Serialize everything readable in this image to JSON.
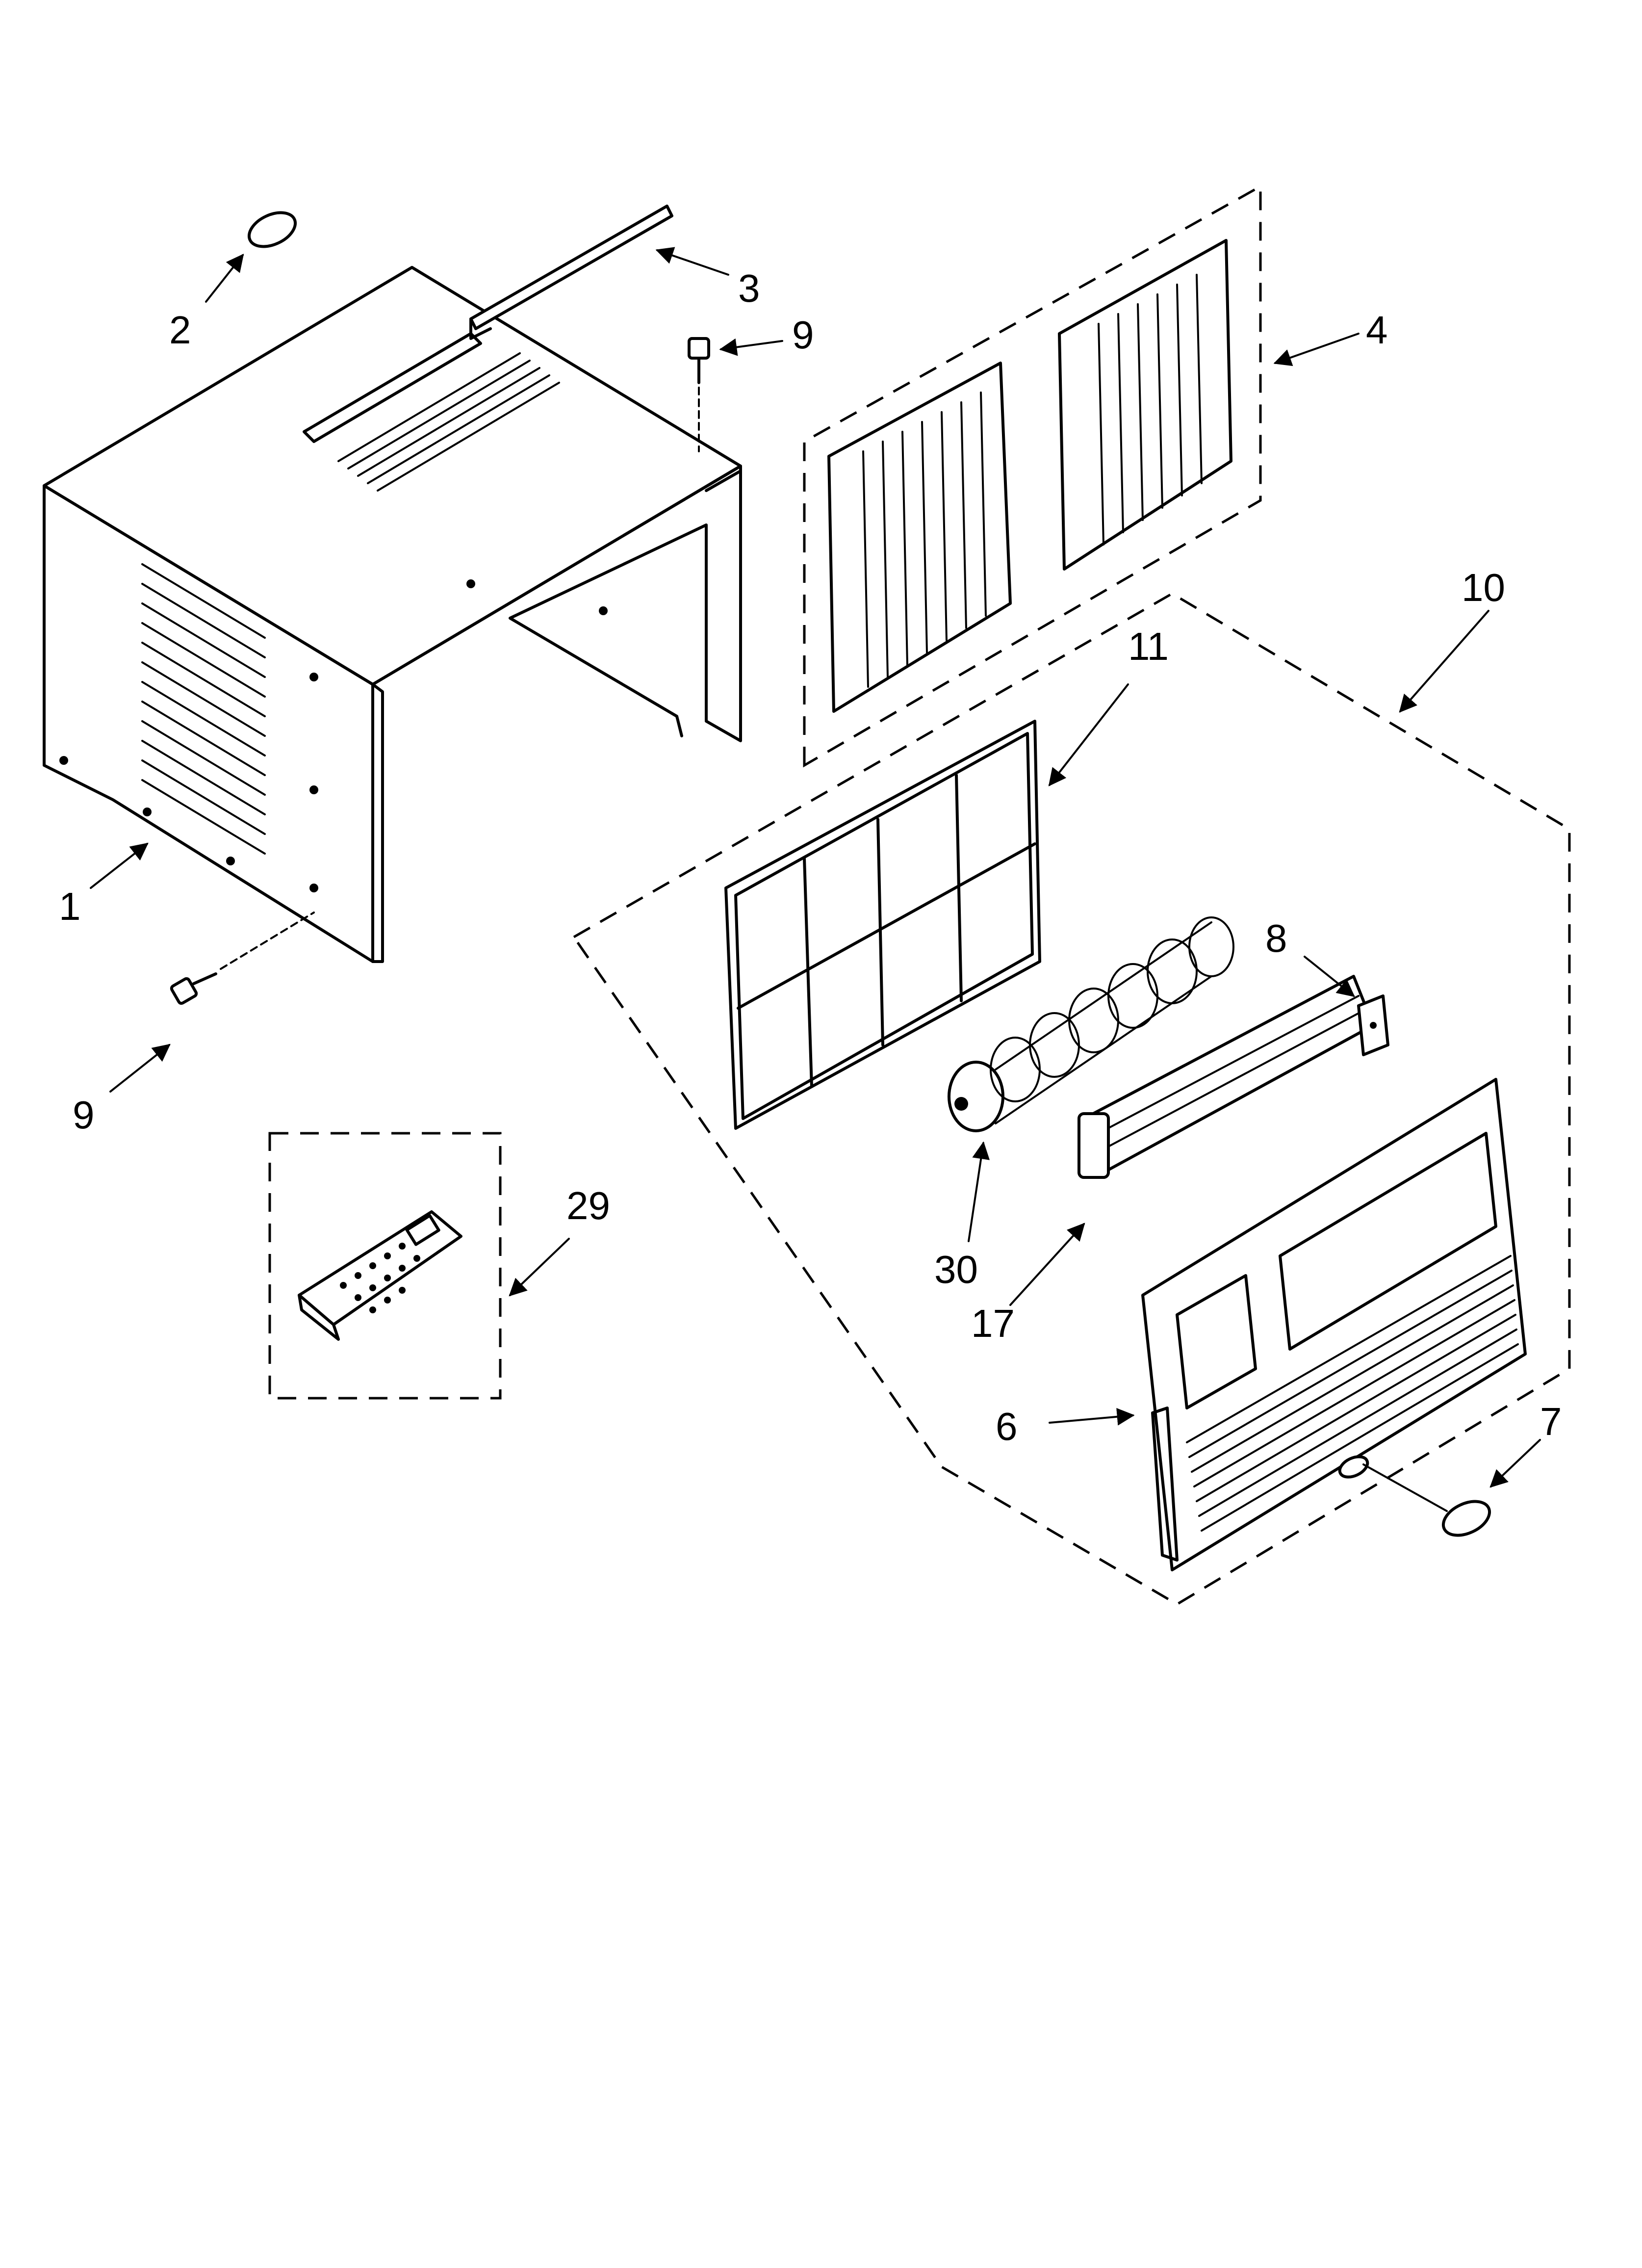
{
  "callouts": {
    "c1": "1",
    "c2": "2",
    "c3": "3",
    "c4": "4",
    "c6": "6",
    "c7": "7",
    "c8": "8",
    "c9_top": "9",
    "c9_bottom": "9",
    "c10": "10",
    "c11": "11",
    "c17": "17",
    "c29": "29",
    "c30": "30"
  }
}
